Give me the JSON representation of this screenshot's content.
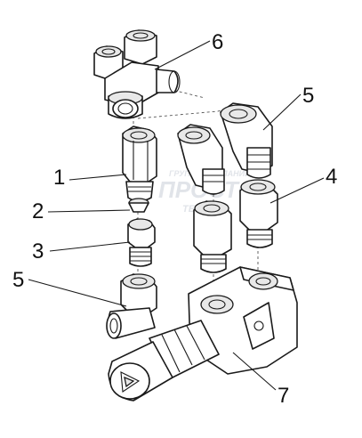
{
  "diagram": {
    "callouts": [
      {
        "id": "6",
        "label": "6"
      },
      {
        "id": "5a",
        "label": "5"
      },
      {
        "id": "4",
        "label": "4"
      },
      {
        "id": "1",
        "label": "1"
      },
      {
        "id": "2",
        "label": "2"
      },
      {
        "id": "3",
        "label": "3"
      },
      {
        "id": "5b",
        "label": "5"
      },
      {
        "id": "7",
        "label": "7"
      }
    ],
    "watermark": {
      "line1": "ГРУППА КОМПАНИЙ",
      "line2": "ПРОСТО",
      "line3": "ТЕХНИКА"
    }
  }
}
